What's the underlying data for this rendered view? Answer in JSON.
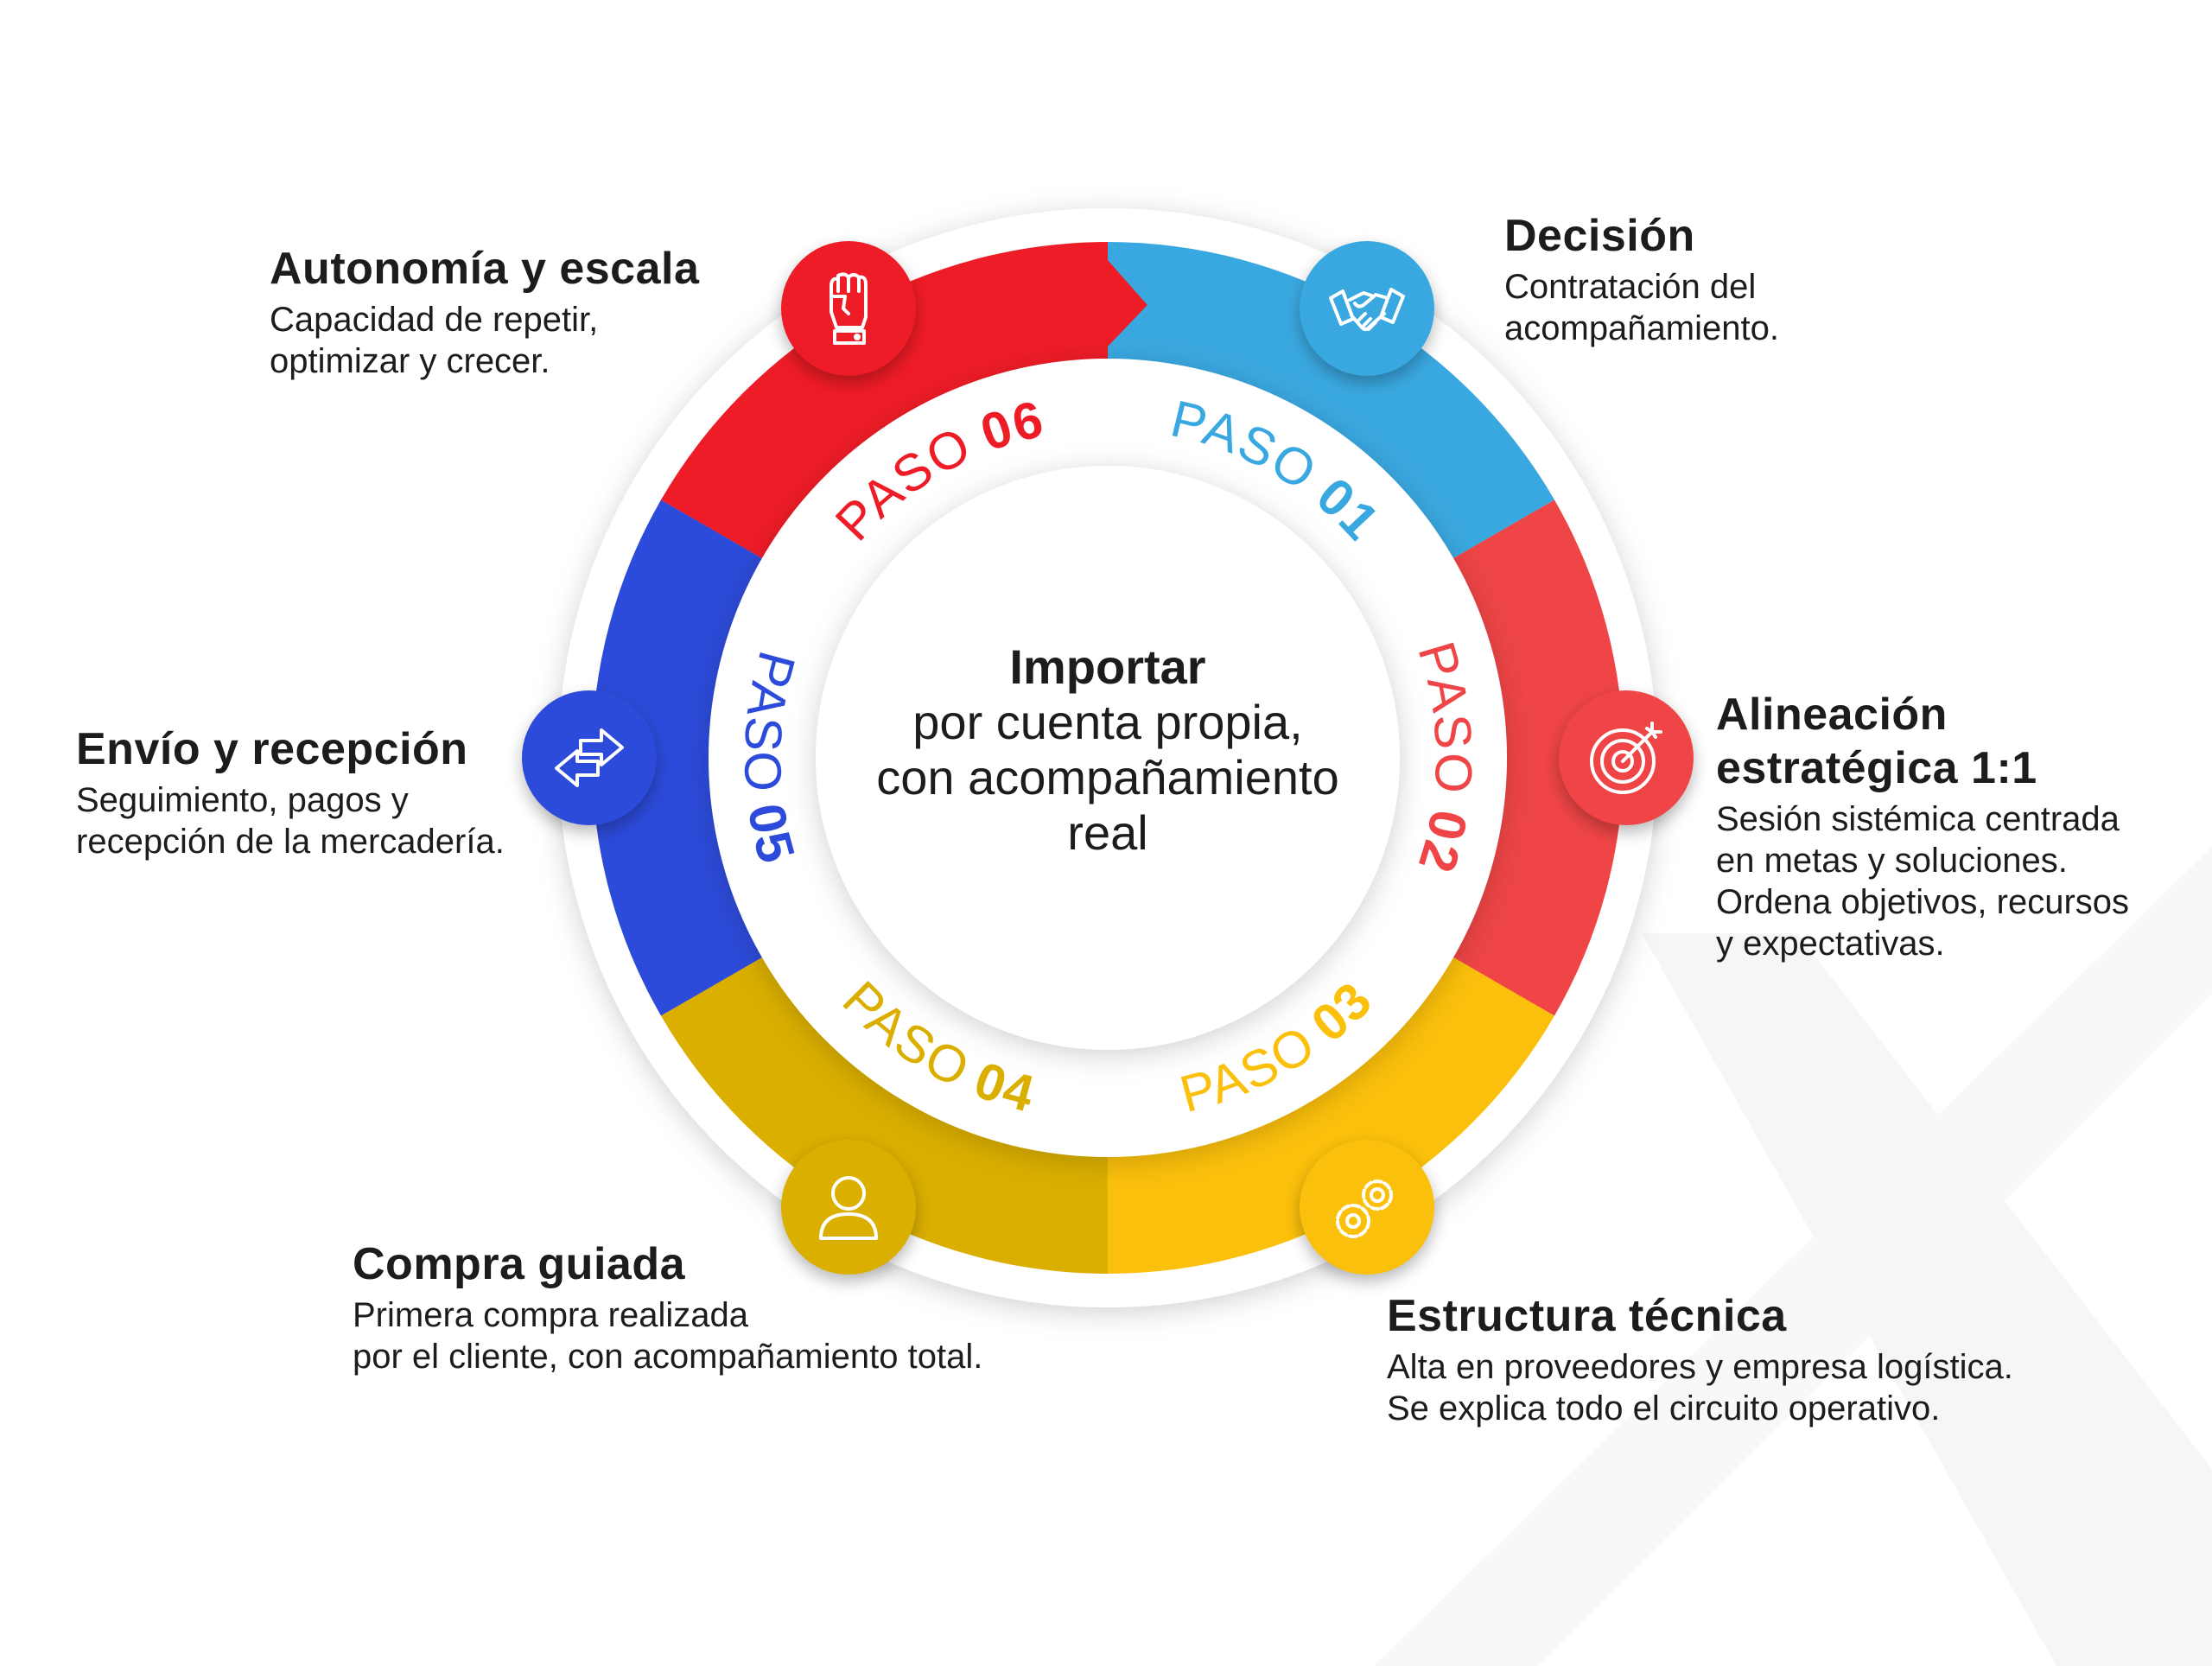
{
  "center": {
    "title": "Importar",
    "lines": [
      "por cuenta propia,",
      "con acompañamiento",
      "real"
    ]
  },
  "steps": [
    {
      "paso_word": "PASO",
      "number": "01",
      "title": "Decisión",
      "desc": [
        "Contratación del",
        "acompañamiento."
      ],
      "color": "#3AA8E0",
      "icon": "handshake-icon"
    },
    {
      "paso_word": "PASO",
      "number": "02",
      "title": "Alineación estratégica 1:1",
      "title_lines": [
        "Alineación",
        "estratégica 1:1"
      ],
      "desc": [
        "Sesión sistémica centrada",
        "en metas y soluciones.",
        "Ordena objetivos, recursos",
        "y expectativas."
      ],
      "color": "#EF4546",
      "icon": "target-icon"
    },
    {
      "paso_word": "PASO",
      "number": "03",
      "title": "Estructura técnica",
      "desc": [
        "Alta en proveedores y empresa logística.",
        "Se explica todo el circuito operativo."
      ],
      "color": "#FBC00B",
      "icon": "gears-icon"
    },
    {
      "paso_word": "PASO",
      "number": "04",
      "title": "Compra guiada",
      "desc": [
        "Primera compra realizada",
        "por el cliente, con acompañamiento total."
      ],
      "color": "#DAAF00",
      "icon": "user-icon"
    },
    {
      "paso_word": "PASO",
      "number": "05",
      "title": "Envío y recepción",
      "desc": [
        "Seguimiento, pagos y",
        "recepción de la mercadería."
      ],
      "color": "#2D4BDA",
      "icon": "exchange-arrows-icon"
    },
    {
      "paso_word": "PASO",
      "number": "06",
      "title": "Autonomía y escala",
      "desc": [
        "Capacidad de repetir,",
        "optimizar y crecer."
      ],
      "color": "#EE1C26",
      "icon": "fist-icon"
    }
  ]
}
